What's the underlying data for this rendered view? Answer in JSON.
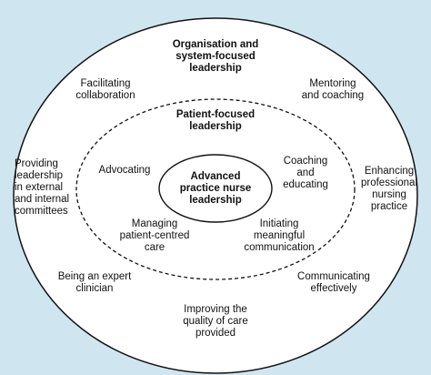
{
  "colors": {
    "background": "#cfe6f1",
    "circle_fill": "#ffffff",
    "stroke": "#111111",
    "text": "#111111"
  },
  "outer": {
    "title": "Organisation and\nsystem-focused\nleadership",
    "items": [
      "Facilitating\ncollaboration",
      "Mentoring\nand coaching",
      "Providing\nleadership\nin external\nand internal\ncommittees",
      "Enhancing\nprofessional\nnursing\npractice",
      "Being an expert\nclinician",
      "Communicating\neffectively",
      "Improving the\nquality of care\nprovided"
    ]
  },
  "middle": {
    "title": "Patient-focused\nleadership",
    "items": [
      "Advocating",
      "Coaching\nand\neducating",
      "Managing\npatient-centred\ncare",
      "Initiating\nmeaningful\ncommunication"
    ]
  },
  "center": {
    "title": "Advanced\npractice nurse\nleadership"
  }
}
